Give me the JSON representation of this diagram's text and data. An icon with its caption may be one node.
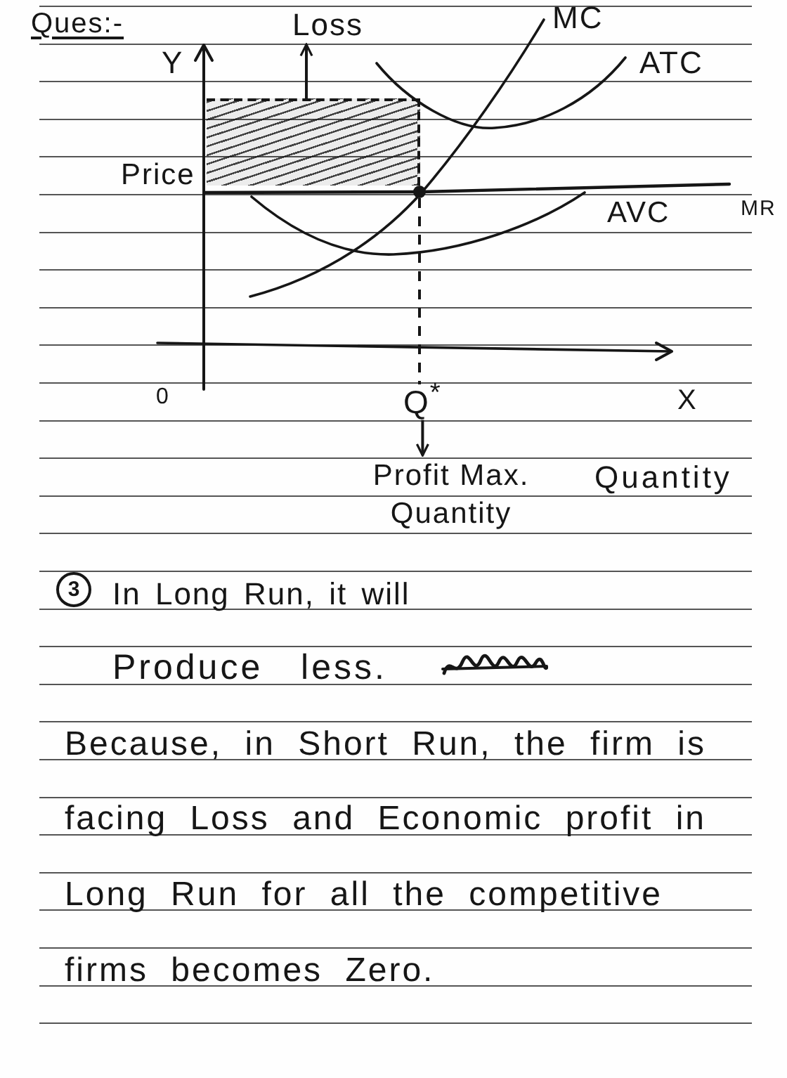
{
  "diagram": {
    "title": "Ques:-",
    "nodes": [
      {
        "text": [
          "Loss"
        ]
      },
      {
        "text": [],
        "shape": "box"
      },
      {
        "text": [],
        "shape": "circle"
      },
      {
        "text": [
          "Q$^{*}$"
        ]
      },
      {
        "text": [
          "Profit Max. Quantity"
        ]
      }
    ],
    "edges": [
      {
        "from": 1,
        "to": 0,
        "arrow": "to"
      },
      {
        "from": 2,
        "to": 3,
        "arrow": "none",
        "style": "dashed"
      },
      {
        "from": 3,
        "to": 4,
        "arrow": "to"
      }
    ],
    "labels": [
      "MC",
      "Y",
      "ATC",
      "Price",
      "MR",
      "AVC",
      "0",
      "X",
      "Quantity",
      "3",
      "In Long Run, it will Produce less.",
      "Because, in Short Run, the firm is facing Loss and Economic profit in Long Run for all the competitive firms becomes Zero."
    ]
  }
}
